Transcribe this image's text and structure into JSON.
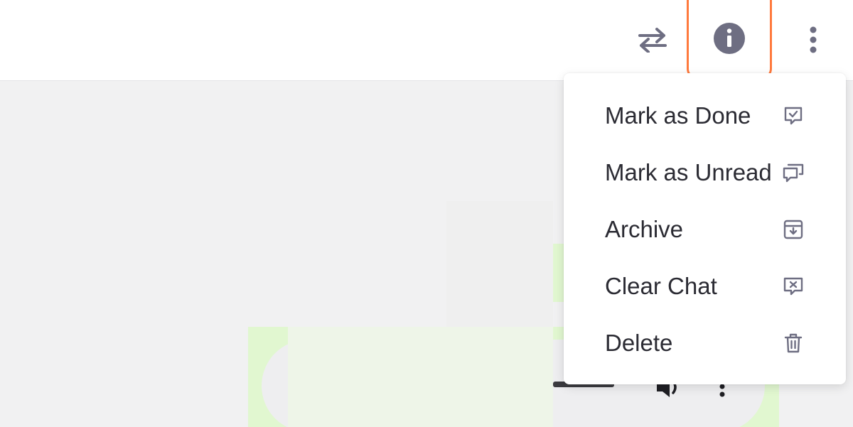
{
  "topbar": {
    "icons": {
      "swap": "swap-arrows-icon",
      "info": "info-icon",
      "more": "more-vertical-icon"
    },
    "highlight_color": "#ff7a3d"
  },
  "menu": {
    "items": [
      {
        "label": "Mark as Done",
        "icon": "check-square-icon"
      },
      {
        "label": "Mark as Unread",
        "icon": "chat-bubbles-icon"
      },
      {
        "label": "Archive",
        "icon": "archive-box-icon"
      },
      {
        "label": "Clear Chat",
        "icon": "chat-x-icon"
      },
      {
        "label": "Delete",
        "icon": "trash-icon"
      }
    ]
  },
  "colors": {
    "icon_gray": "#6e6e82",
    "background": "#f1f1f2",
    "chat_green": "#e1f7d0"
  }
}
